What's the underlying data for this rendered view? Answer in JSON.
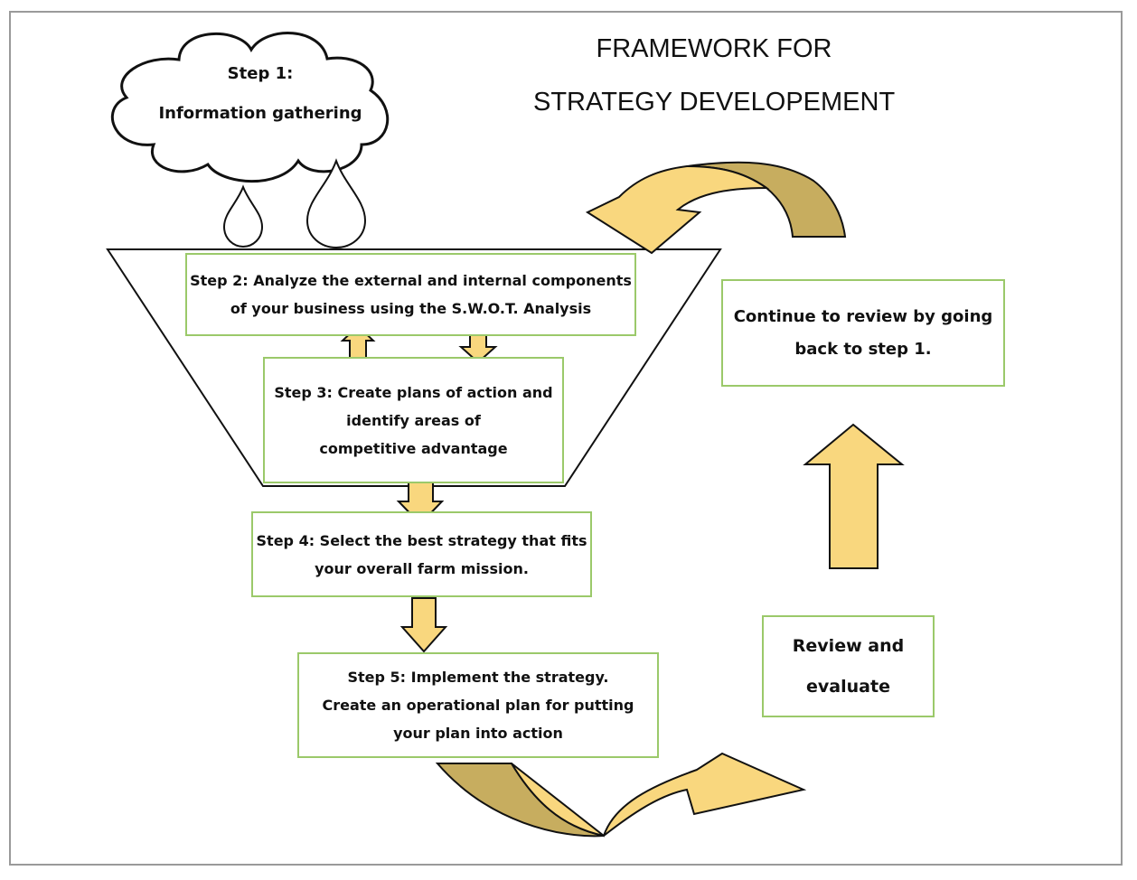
{
  "title": {
    "line1": "FRAMEWORK FOR",
    "line2": "STRATEGY DEVELOPEMENT"
  },
  "step1": {
    "line1": "Step 1:",
    "line2": "Information gathering"
  },
  "step2": {
    "line1": "Step 2: Analyze the external and internal components",
    "line2": "of your business using the S.W.O.T. Analysis"
  },
  "step3": {
    "line1": "Step 3: Create plans of action and",
    "line2": "identify areas of",
    "line3": "competitive advantage"
  },
  "step4": {
    "line1": "Step 4: Select the best strategy that fits",
    "line2": "your overall farm mission."
  },
  "step5": {
    "line1": "Step 5: Implement the strategy.",
    "line2": "Create an operational plan for putting",
    "line3": "your plan into action"
  },
  "review": {
    "line1": "Review and",
    "line2": "evaluate"
  },
  "continue": {
    "line1": "Continue to review by going",
    "line2": "back to step 1."
  },
  "colors": {
    "box_border": "#9bc96a",
    "arrow_fill": "#f9d77e",
    "arrow_dark": "#c7ad5f",
    "outline": "#111111"
  }
}
